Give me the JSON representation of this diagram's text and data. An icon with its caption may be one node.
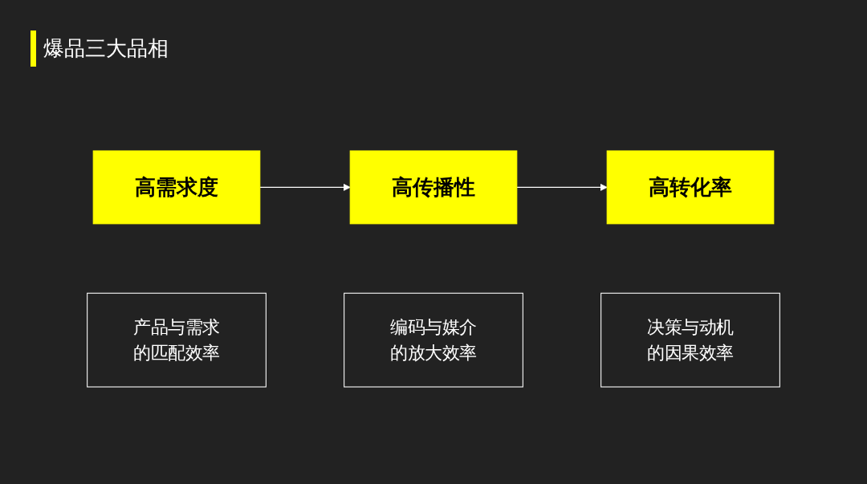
{
  "diagram": {
    "title": "爆品三大品相",
    "nodes": [
      {
        "text": [
          "高需求度"
        ]
      },
      {
        "text": [
          "高传播性"
        ]
      },
      {
        "text": [
          "高转化率"
        ]
      },
      {
        "text": [
          "产品与需求的匹配效率"
        ]
      },
      {
        "text": [
          "编码与媒介的放大效率"
        ]
      },
      {
        "text": [
          "决策与动机的因果效率"
        ]
      }
    ],
    "edges": [
      {
        "from": 0,
        "to": 1,
        "arrow": "to"
      },
      {
        "from": 1,
        "to": 2,
        "arrow": "to"
      }
    ]
  }
}
